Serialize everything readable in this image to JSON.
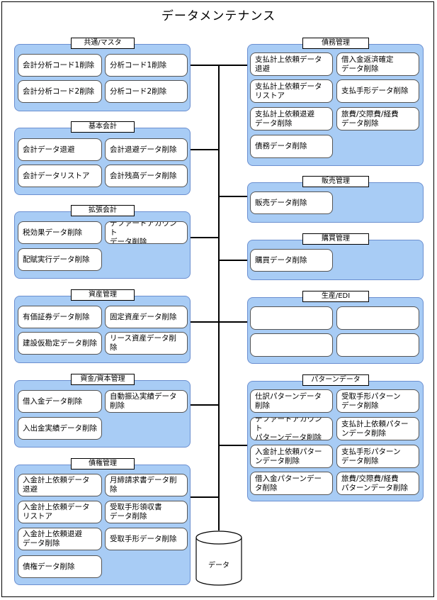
{
  "title": "データメンテナンス",
  "groups": {
    "kyotsu": {
      "label": "共通/マスタ",
      "items": [
        "会計分析コード1削除",
        "分析コード1削除",
        "会計分析コード2削除",
        "分析コード2削除"
      ]
    },
    "kihon": {
      "label": "基本会計",
      "items": [
        "会計データ退避",
        "会計退避データ削除",
        "会計データリストア",
        "会計残高データ削除"
      ]
    },
    "kakucho": {
      "label": "拡張会計",
      "items": [
        "税効果データ削除",
        "デファードアカウント\nデータ削除",
        "配賦実行データ削除"
      ]
    },
    "shisan": {
      "label": "資産管理",
      "items": [
        "有価証券データ削除",
        "固定資産データ削除",
        "建設仮勘定データ削除",
        "リース資産データ削除"
      ]
    },
    "shikin": {
      "label": "資金/資本管理",
      "items": [
        "借入金データ削除",
        "自動振込実績データ\n削除",
        "入出金実績データ削除"
      ]
    },
    "saiken": {
      "label": "債権管理",
      "items": [
        "入金計上依頼データ\n退避",
        "月締請求書データ削除",
        "入金計上依頼データ\nリストア",
        "受取手形領収書\nデータ削除",
        "入金計上依頼退避\nデータ削除",
        "受取手形データ削除",
        "債権データ削除"
      ]
    },
    "saimu": {
      "label": "債務管理",
      "items": [
        "支払計上依頼データ\n退避",
        "借入金返済確定\nデータ削除",
        "支払計上依頼データ\nリストア",
        "支払手形データ削除",
        "支払計上依頼退避\nデータ削除",
        "旅費/交際費/経費\nデータ削除",
        "債務データ削除"
      ]
    },
    "hanbai": {
      "label": "販売管理",
      "items": [
        "販売データ削除"
      ]
    },
    "kobai": {
      "label": "購買管理",
      "items": [
        "購買データ削除"
      ]
    },
    "seisan": {
      "label": "生産/EDI",
      "items": [
        "",
        "",
        "",
        ""
      ]
    },
    "pattern": {
      "label": "パターンデータ",
      "items": [
        "仕訳パターンデータ\n削除",
        "受取手形パターン\nデータ削除",
        "デファードアカウント\nパターンデータ削除",
        "支払計上依頼パター\nンデータ削除",
        "入金計上依頼パター\nンデータ削除",
        "支払手形パターン\nデータ削除",
        "借入金パターンデー\nタ削除",
        "旅費/交際費/経費\nパターンデータ削除"
      ]
    }
  },
  "database": {
    "label": "データ"
  }
}
